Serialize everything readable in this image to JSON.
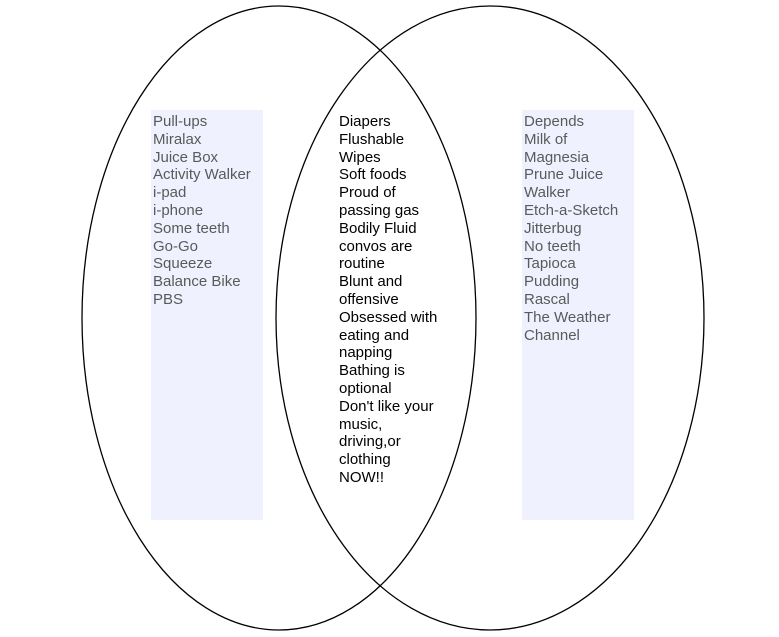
{
  "diagram": {
    "type": "venn",
    "colors": {
      "outline": "#000000",
      "panel_fill": "#eff2fe",
      "side_text": "#5a5a5a",
      "middle_text": "#000000"
    },
    "left_set": {
      "items": [
        "Pull-ups",
        "Miralax",
        "Juice Box",
        "Activity Walker",
        "i-pad",
        "i-phone",
        "Some teeth",
        "Go-Go",
        "Squeeze",
        "Balance Bike",
        "PBS"
      ]
    },
    "intersection": {
      "items": [
        "Diapers",
        "Flushable",
        "Wipes",
        "Soft foods",
        "Proud of",
        "passing gas",
        "Bodily Fluid",
        "convos are",
        "routine",
        "Blunt and",
        "offensive",
        "Obsessed with",
        "eating and",
        "napping",
        "Bathing is",
        "optional",
        "Don't like your",
        "music,",
        "driving,or",
        "clothing",
        "NOW!!"
      ]
    },
    "right_set": {
      "items": [
        "Depends",
        "Milk of",
        "Magnesia",
        "Prune Juice",
        "Walker",
        "Etch-a-Sketch",
        "Jitterbug",
        "No teeth",
        "Tapioca",
        "Pudding",
        "Rascal",
        "The Weather",
        "Channel"
      ]
    }
  }
}
